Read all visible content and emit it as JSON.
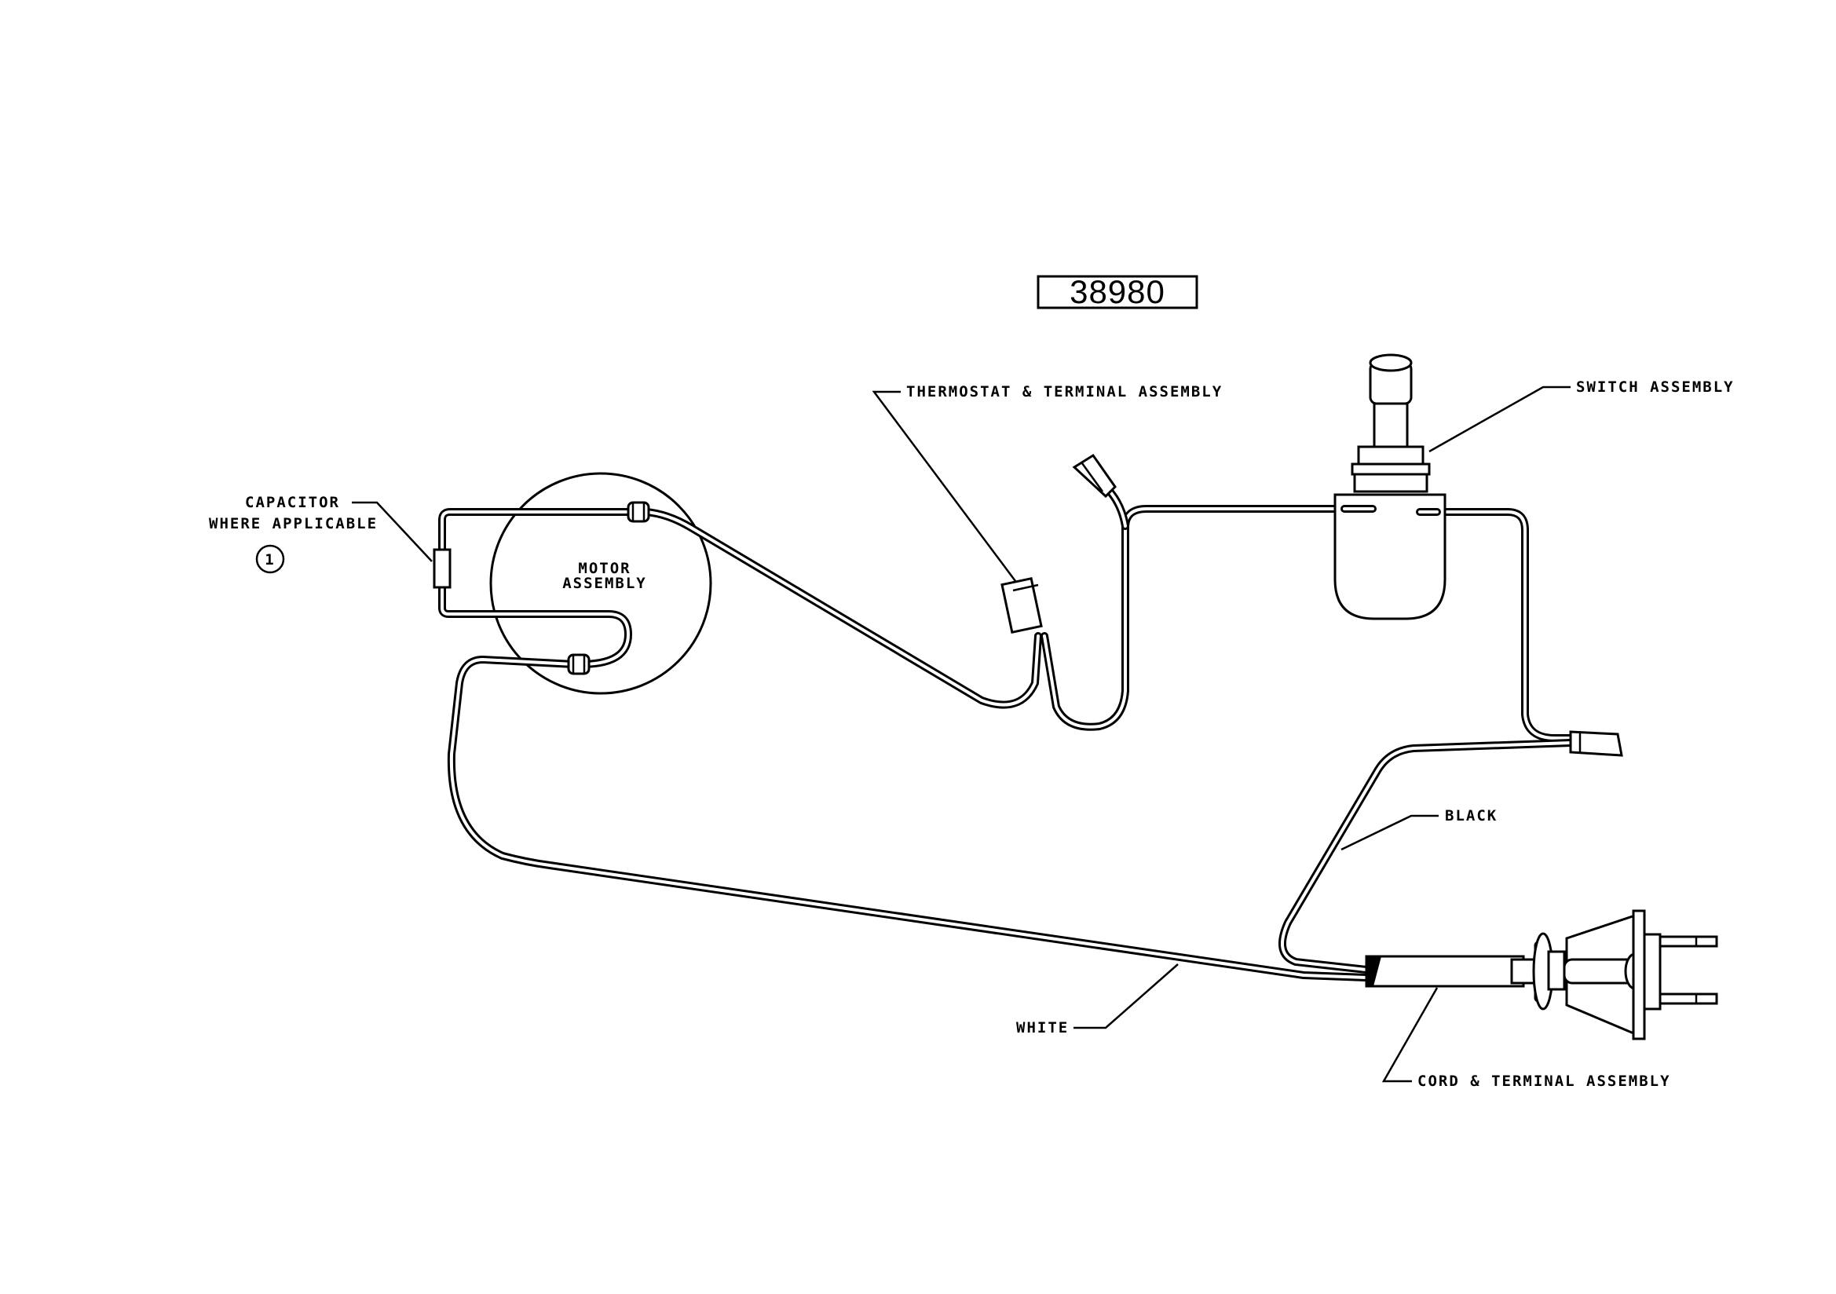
{
  "diagram": {
    "reference_number": "38980",
    "labels": {
      "capacitor_line1": "CAPACITOR",
      "capacitor_line2": "WHERE APPLICABLE",
      "capacitor_note": "1",
      "motor_line1": "MOTOR",
      "motor_line2": "ASSEMBLY",
      "thermostat": "THERMOSTAT & TERMINAL ASSEMBLY",
      "switch": "SWITCH ASSEMBLY",
      "black_wire": "BLACK",
      "white_wire": "WHITE",
      "cord": "CORD & TERMINAL ASSEMBLY"
    }
  }
}
